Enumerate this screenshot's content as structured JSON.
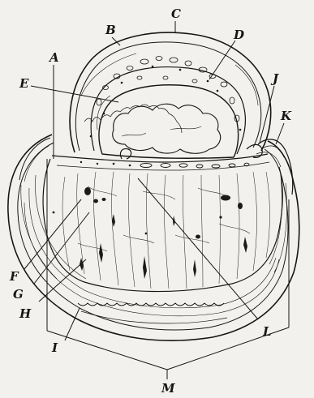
{
  "figure": {
    "labels": {
      "A": "A",
      "B": "B",
      "C": "C",
      "D": "D",
      "E": "E",
      "F": "F",
      "G": "G",
      "H": "H",
      "I": "I",
      "J": "J",
      "K": "K",
      "L": "L",
      "M": "M"
    }
  }
}
